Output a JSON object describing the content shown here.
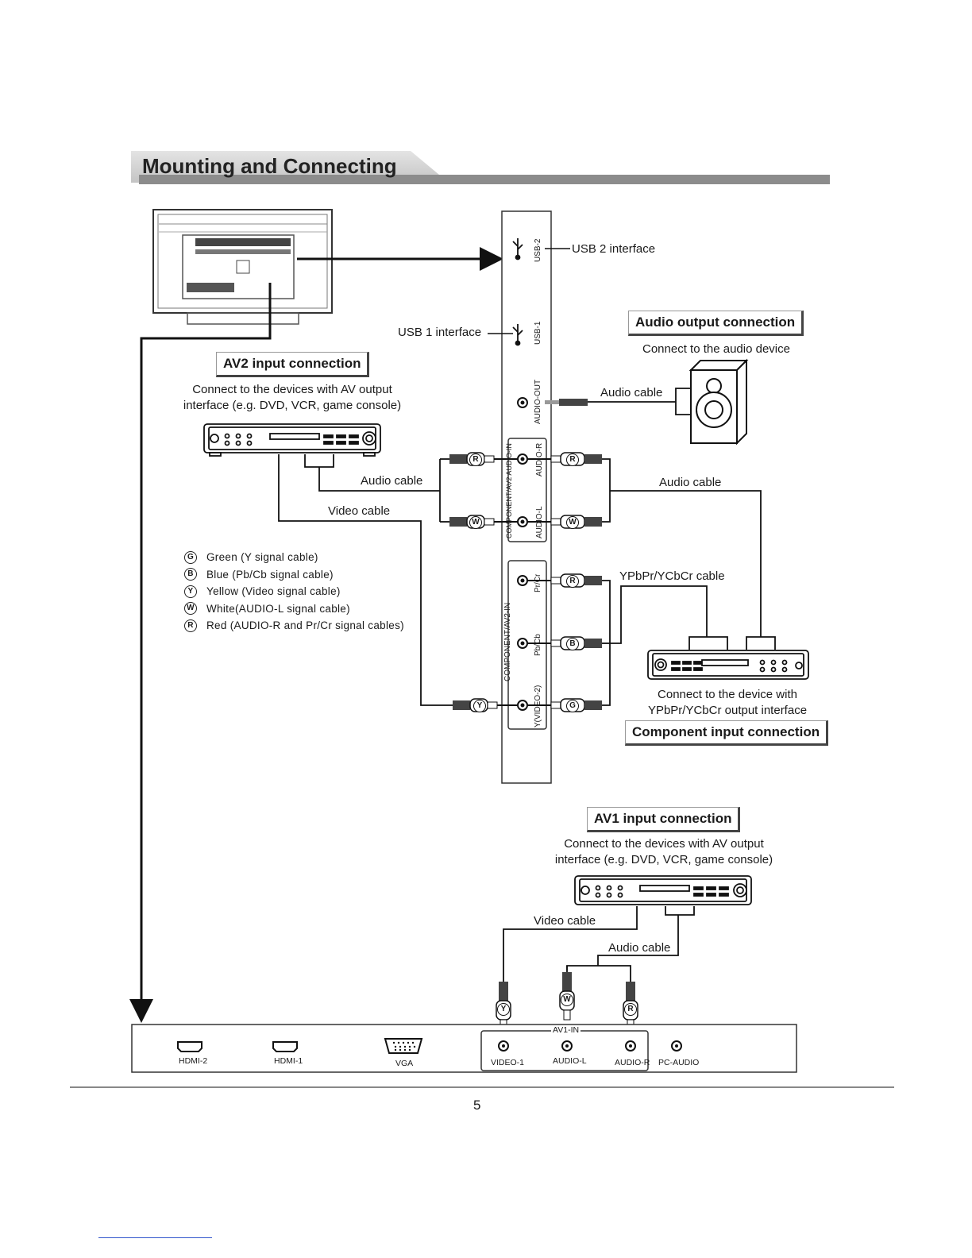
{
  "header": {
    "title": "Mounting and Connecting"
  },
  "labels": {
    "usb2": "USB 2 interface",
    "usb1": "USB 1 interface",
    "audio_output_title": "Audio output connection",
    "audio_output_desc": "Connect to the audio device",
    "audio_cable": "Audio cable",
    "video_cable": "Video cable",
    "av2_title": "AV2 input connection",
    "av2_desc_line1": "Connect to the devices with AV output",
    "av2_desc_line2": "interface (e.g. DVD, VCR, game console)",
    "ypbpr_cable": "YPbPr/YCbCr cable",
    "component_desc_line1": "Connect to the device with",
    "component_desc_line2": "YPbPr/YCbCr output interface",
    "component_title": "Component input connection",
    "av1_title": "AV1 input connection",
    "av1_desc_line1": "Connect to the devices with AV output",
    "av1_desc_line2": "interface (e.g. DVD, VCR, game console)"
  },
  "legend": [
    {
      "letter": "G",
      "text": "Green (Y signal cable)"
    },
    {
      "letter": "B",
      "text": "Blue (Pb/Cb signal cable)"
    },
    {
      "letter": "Y",
      "text": "Yellow (Video signal cable)"
    },
    {
      "letter": "W",
      "text": "White(AUDIO-L signal cable)"
    },
    {
      "letter": "R",
      "text": "Red (AUDIO-R and Pr/Cr signal cables)"
    }
  ],
  "side_panel": {
    "usb2": "USB-2",
    "usb1": "USB-1",
    "audio_out": "AUDIO-OUT",
    "audio_r": "AUDIO-R",
    "audio_l": "AUDIO-L",
    "av2_group": "COMPONENT/AV2 AUDIO-IN",
    "prcr": "Pr/Cr",
    "pbcb": "Pb/Cb",
    "y_video2": "Y(VIDEO-2)",
    "component_group": "COMPONENT/AV2-IN"
  },
  "bottom_panel": {
    "hdmi2": "HDMI-2",
    "hdmi1": "HDMI-1",
    "vga": "VGA",
    "av1_group": "AV1-IN",
    "video1": "VIDEO-1",
    "audio_l": "AUDIO-L",
    "audio_r": "AUDIO-R",
    "pc_audio": "PC-AUDIO"
  },
  "plug_letters": {
    "red": "R",
    "white": "W",
    "blue": "B",
    "green": "G",
    "yellow": "Y"
  },
  "page": {
    "number": "5"
  }
}
